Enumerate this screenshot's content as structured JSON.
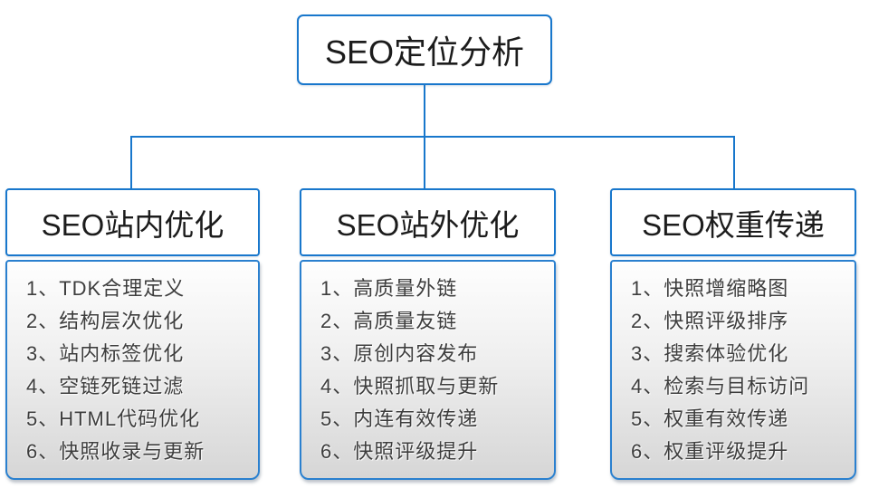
{
  "diagram": {
    "root": {
      "label": "SEO定位分析"
    },
    "columns": [
      {
        "title": "SEO站内优化",
        "items": [
          "1、TDK合理定义",
          "2、结构层次优化",
          "3、站内标签优化",
          "4、空链死链过滤",
          "5、HTML代码优化",
          "6、快照收录与更新"
        ]
      },
      {
        "title": "SEO站外优化",
        "items": [
          "1、高质量外链",
          "2、高质量友链",
          "3、原创内容发布",
          "4、快照抓取与更新",
          "5、内连有效传递",
          "6、快照评级提升"
        ]
      },
      {
        "title": "SEO权重传递",
        "items": [
          "1、快照增缩略图",
          "2、快照评级排序",
          "3、搜索体验优化",
          "4、检索与目标访问",
          "5、权重有效传递",
          "6、权重评级提升"
        ]
      }
    ],
    "colors": {
      "line_blue": "#1877cc",
      "header_text": "#1c1c1c",
      "list_text": "#3d3d3d",
      "list_gradient_top": "#fefefe",
      "list_gradient_bottom": "#d6d6d6"
    }
  }
}
